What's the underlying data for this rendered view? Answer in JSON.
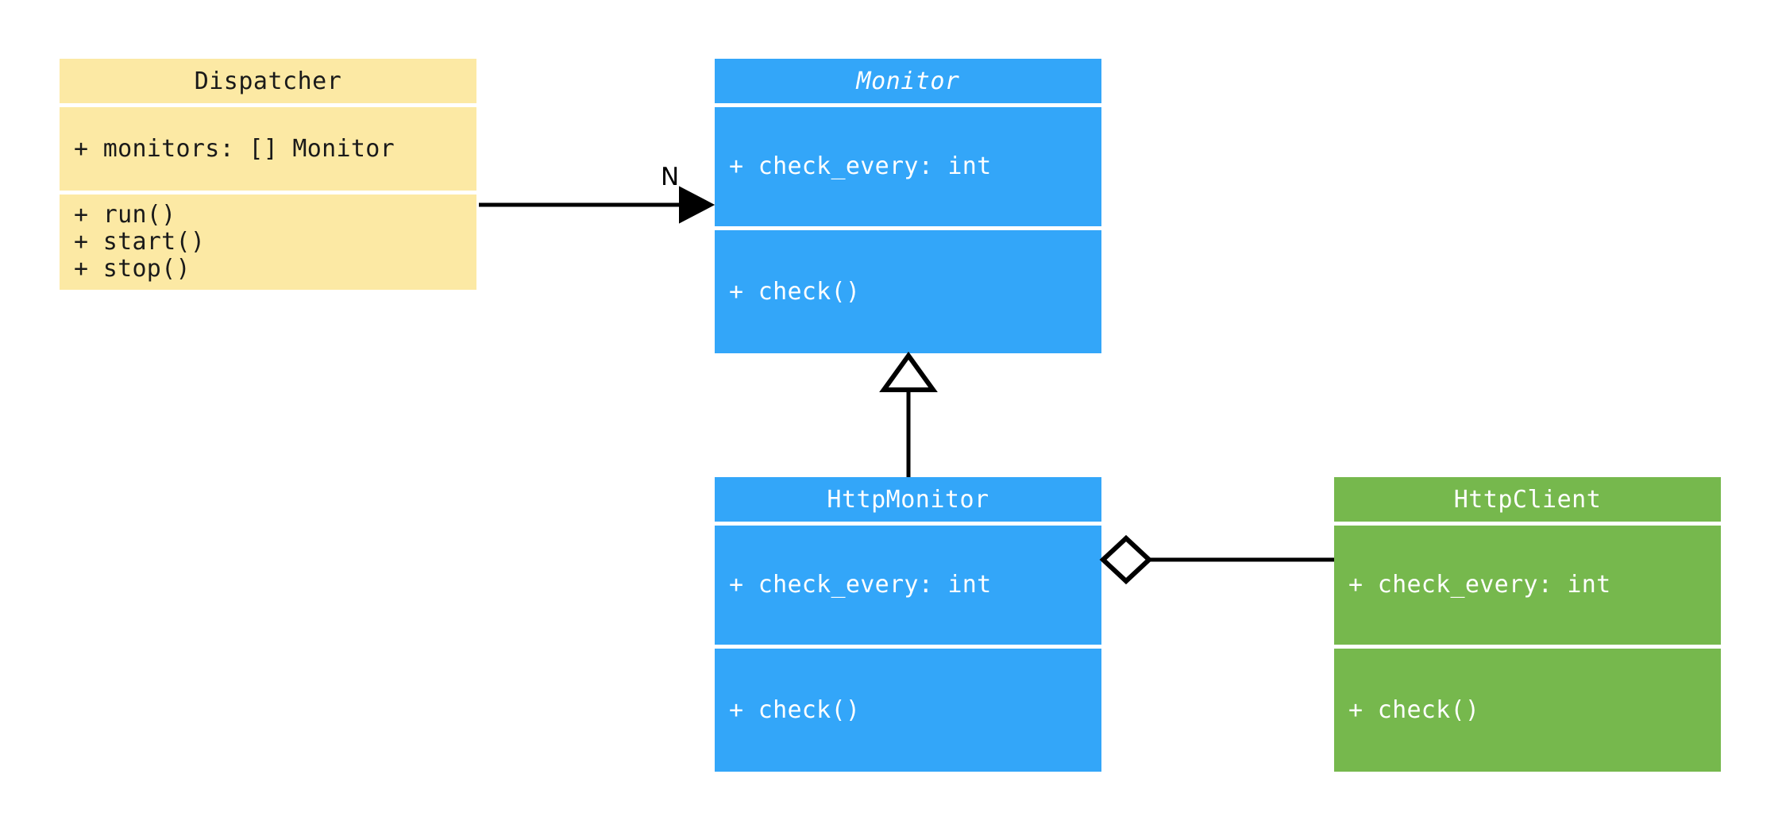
{
  "diagram": {
    "type": "uml-class-diagram",
    "background": "#ffffff",
    "palette": {
      "yellow": "#fce9a4",
      "blue": "#33a6f9",
      "green": "#76b84d",
      "edge": "#000000",
      "text_dark": "#1a1a1a",
      "text_light": "#ffffff"
    }
  },
  "classes": {
    "dispatcher": {
      "name": "Dispatcher",
      "abstract": false,
      "color": "#fce9a4",
      "attributes": [
        "+ monitors: [] Monitor"
      ],
      "methods": [
        "+ run()",
        "+ start()",
        "+ stop()"
      ],
      "methods_text": "+ run()\n+ start()\n+ stop()"
    },
    "monitor": {
      "name": "Monitor",
      "abstract": true,
      "color": "#33a6f9",
      "attributes": [
        "+ check_every: int"
      ],
      "methods": [
        "+ check()"
      ],
      "attributes_text": "+ check_every: int",
      "methods_text": "+ check()"
    },
    "http_monitor": {
      "name": "HttpMonitor",
      "abstract": false,
      "color": "#33a6f9",
      "attributes": [
        "+ check_every: int"
      ],
      "methods": [
        "+ check()"
      ],
      "attributes_text": "+ check_every: int",
      "methods_text": "+ check()"
    },
    "http_client": {
      "name": "HttpClient",
      "abstract": false,
      "color": "#76b84d",
      "attributes": [
        "+ check_every: int"
      ],
      "methods": [
        "+ check()"
      ],
      "attributes_text": "+ check_every: int",
      "methods_text": "+ check()"
    }
  },
  "relationships": [
    {
      "id": "dispatcher-to-monitor",
      "from": "Dispatcher",
      "to": "Monitor",
      "kind": "association",
      "arrow": "filled-arrow",
      "label": "N"
    },
    {
      "id": "httpmonitor-inherits-monitor",
      "from": "HttpMonitor",
      "to": "Monitor",
      "kind": "inheritance",
      "arrow": "hollow-triangle",
      "label": ""
    },
    {
      "id": "httpmonitor-aggregates-httpclient",
      "from": "HttpMonitor",
      "to": "HttpClient",
      "kind": "aggregation",
      "arrow": "hollow-diamond",
      "label": ""
    }
  ]
}
